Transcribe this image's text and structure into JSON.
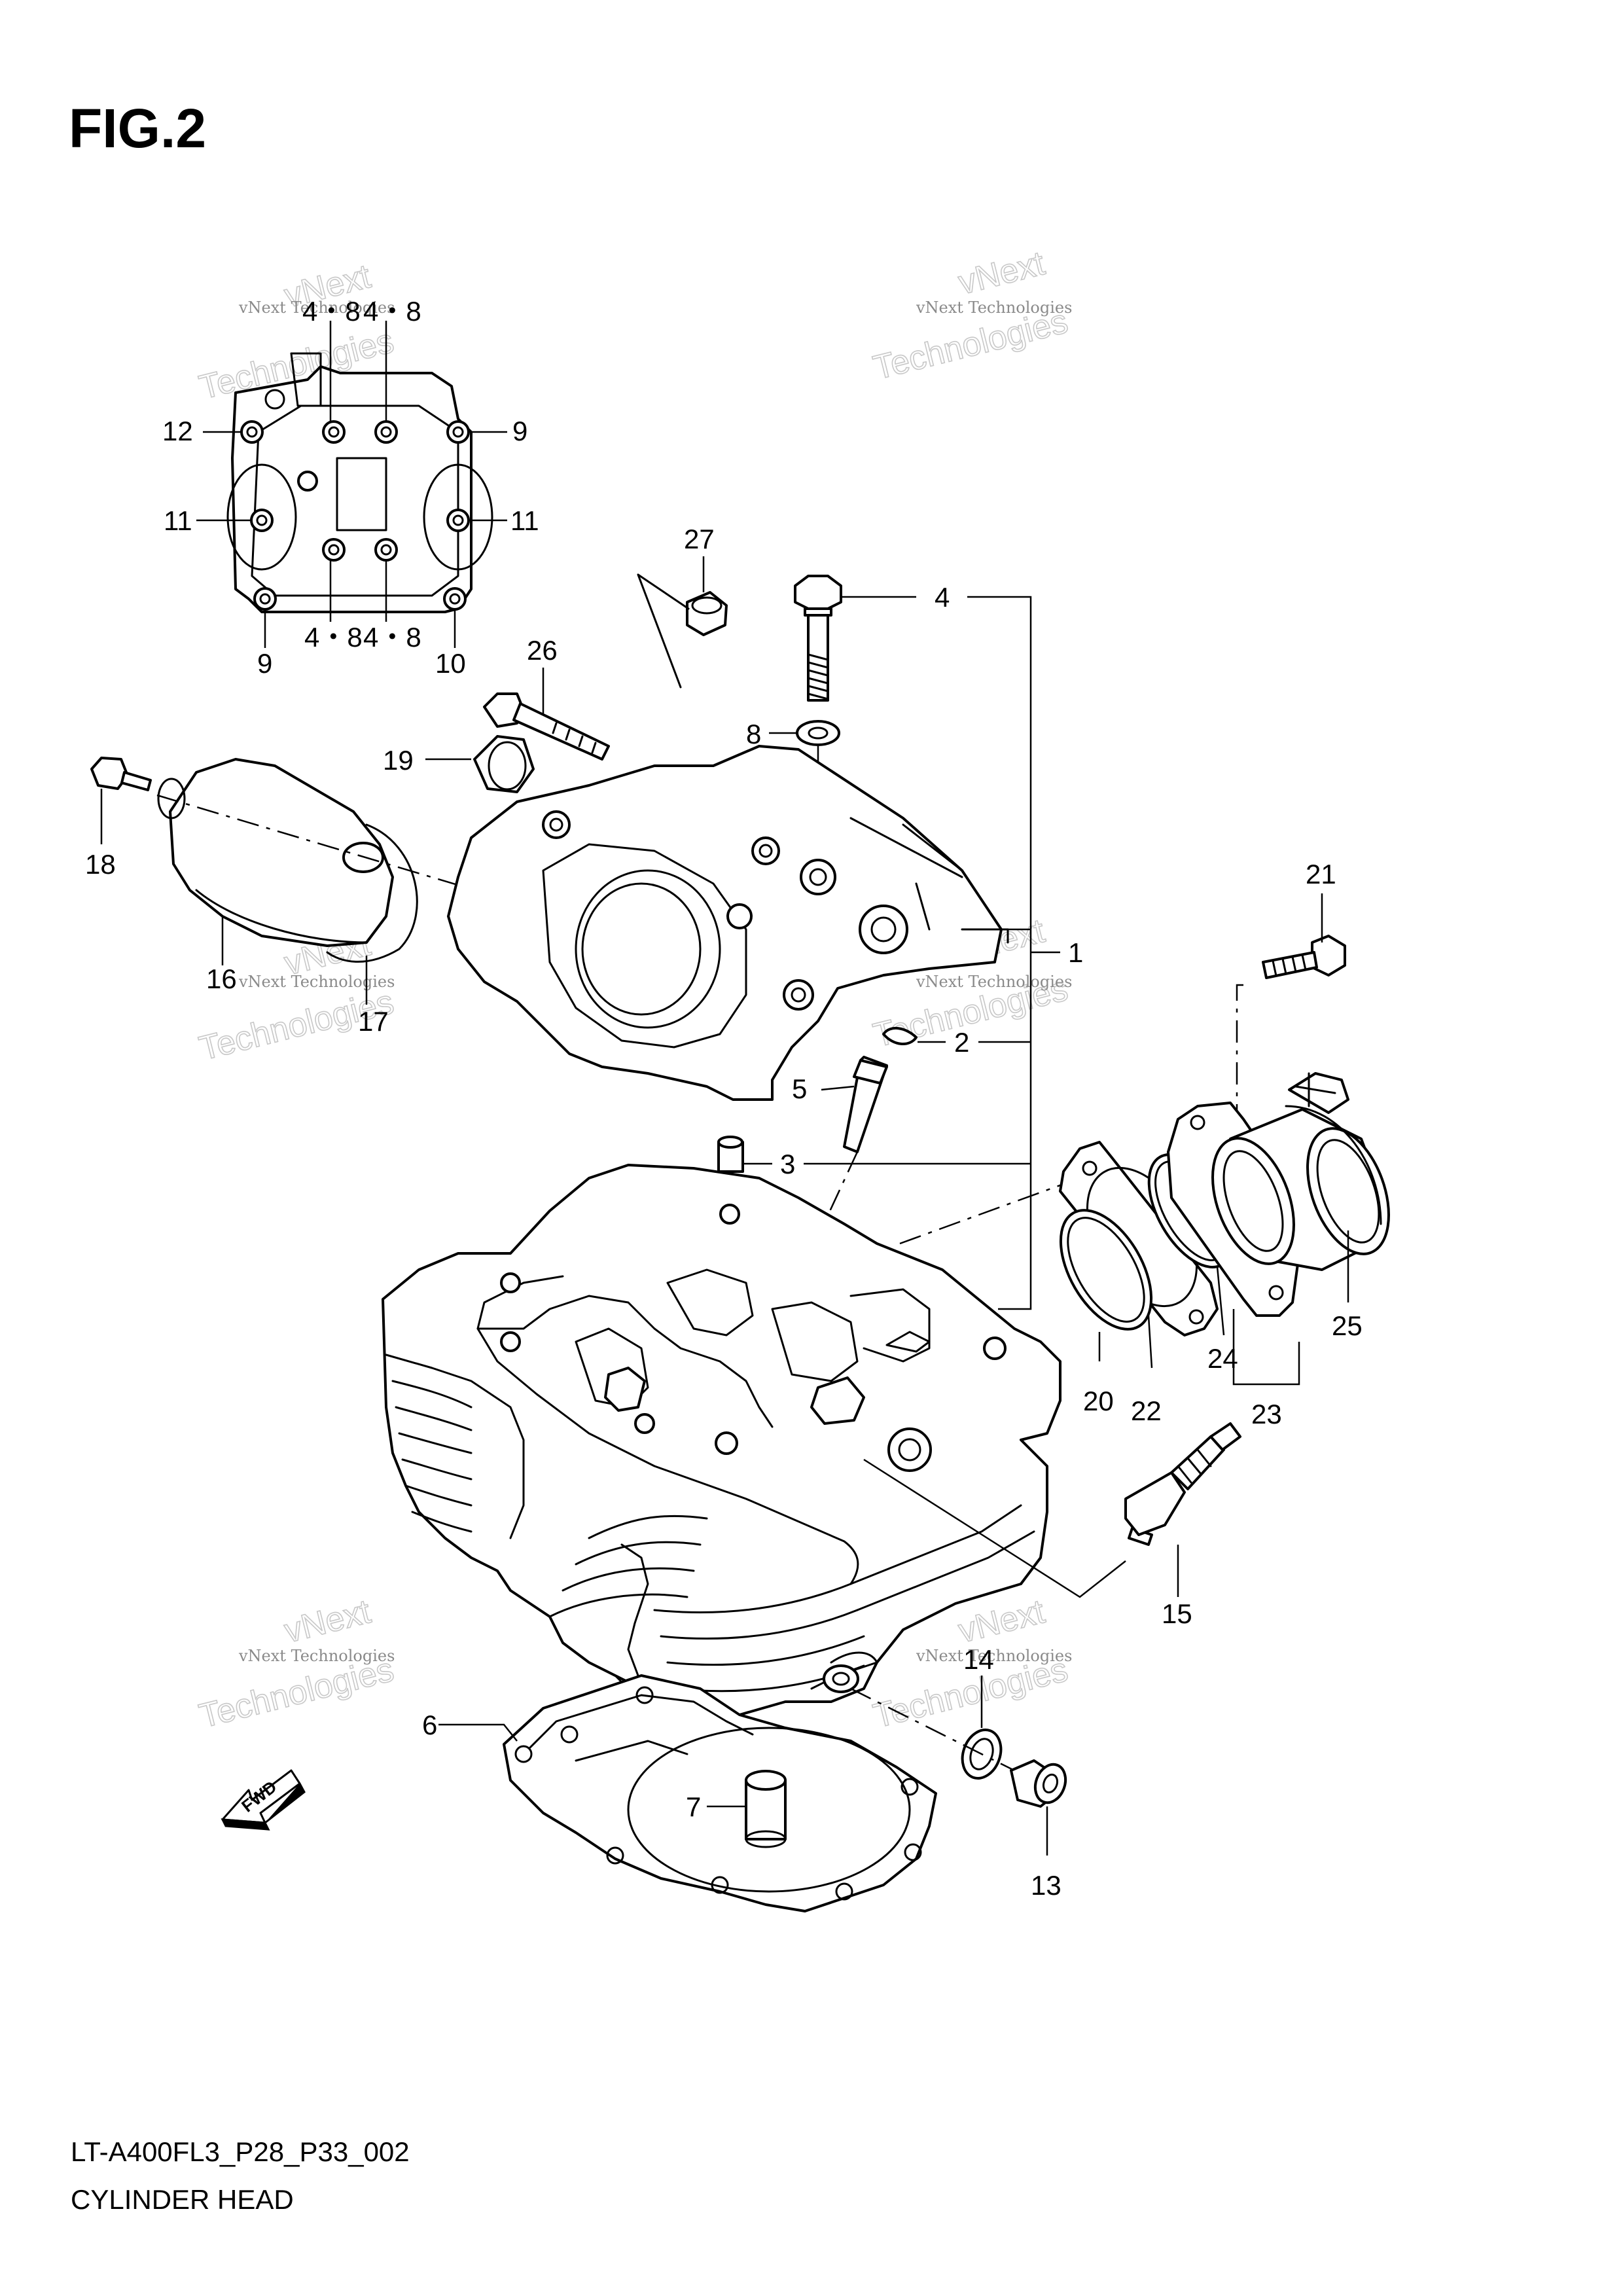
{
  "figure": {
    "title": "FIG.2",
    "model_code": "LT-A400FL3_P28_P33_002",
    "caption": "CYLINDER HEAD"
  },
  "watermark": {
    "line1": "vNext Technologies",
    "line2": "vNext",
    "line3": "Technologies"
  },
  "fwd_label": "FWD",
  "callouts": {
    "c1": "1",
    "c2": "2",
    "c3": "3",
    "c4": "4",
    "c5": "5",
    "c6": "6",
    "c7": "7",
    "c8": "8",
    "c9a": "9",
    "c9b": "9",
    "c10": "10",
    "c11a": "11",
    "c11b": "11",
    "c12": "12",
    "c13": "13",
    "c14": "14",
    "c15": "15",
    "c16": "16",
    "c17": "17",
    "c18": "18",
    "c19": "19",
    "c20": "20",
    "c21": "21",
    "c22": "22",
    "c23": "23",
    "c24": "24",
    "c25": "25",
    "c26": "26",
    "c27": "27",
    "c48a": "4・8",
    "c48b": "4・8",
    "c48c": "4・8",
    "c48d": "4・8"
  }
}
